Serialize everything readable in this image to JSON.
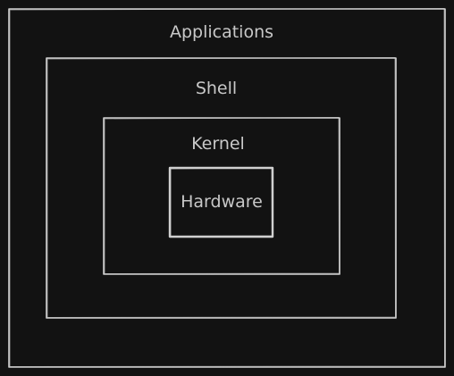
{
  "layers": [
    {
      "label": "Applications"
    },
    {
      "label": "Shell"
    },
    {
      "label": "Kernel"
    },
    {
      "label": "Hardware"
    }
  ],
  "colors": {
    "background": "#121212",
    "stroke": "#d0d0d0",
    "text": "#c8c8c8"
  }
}
